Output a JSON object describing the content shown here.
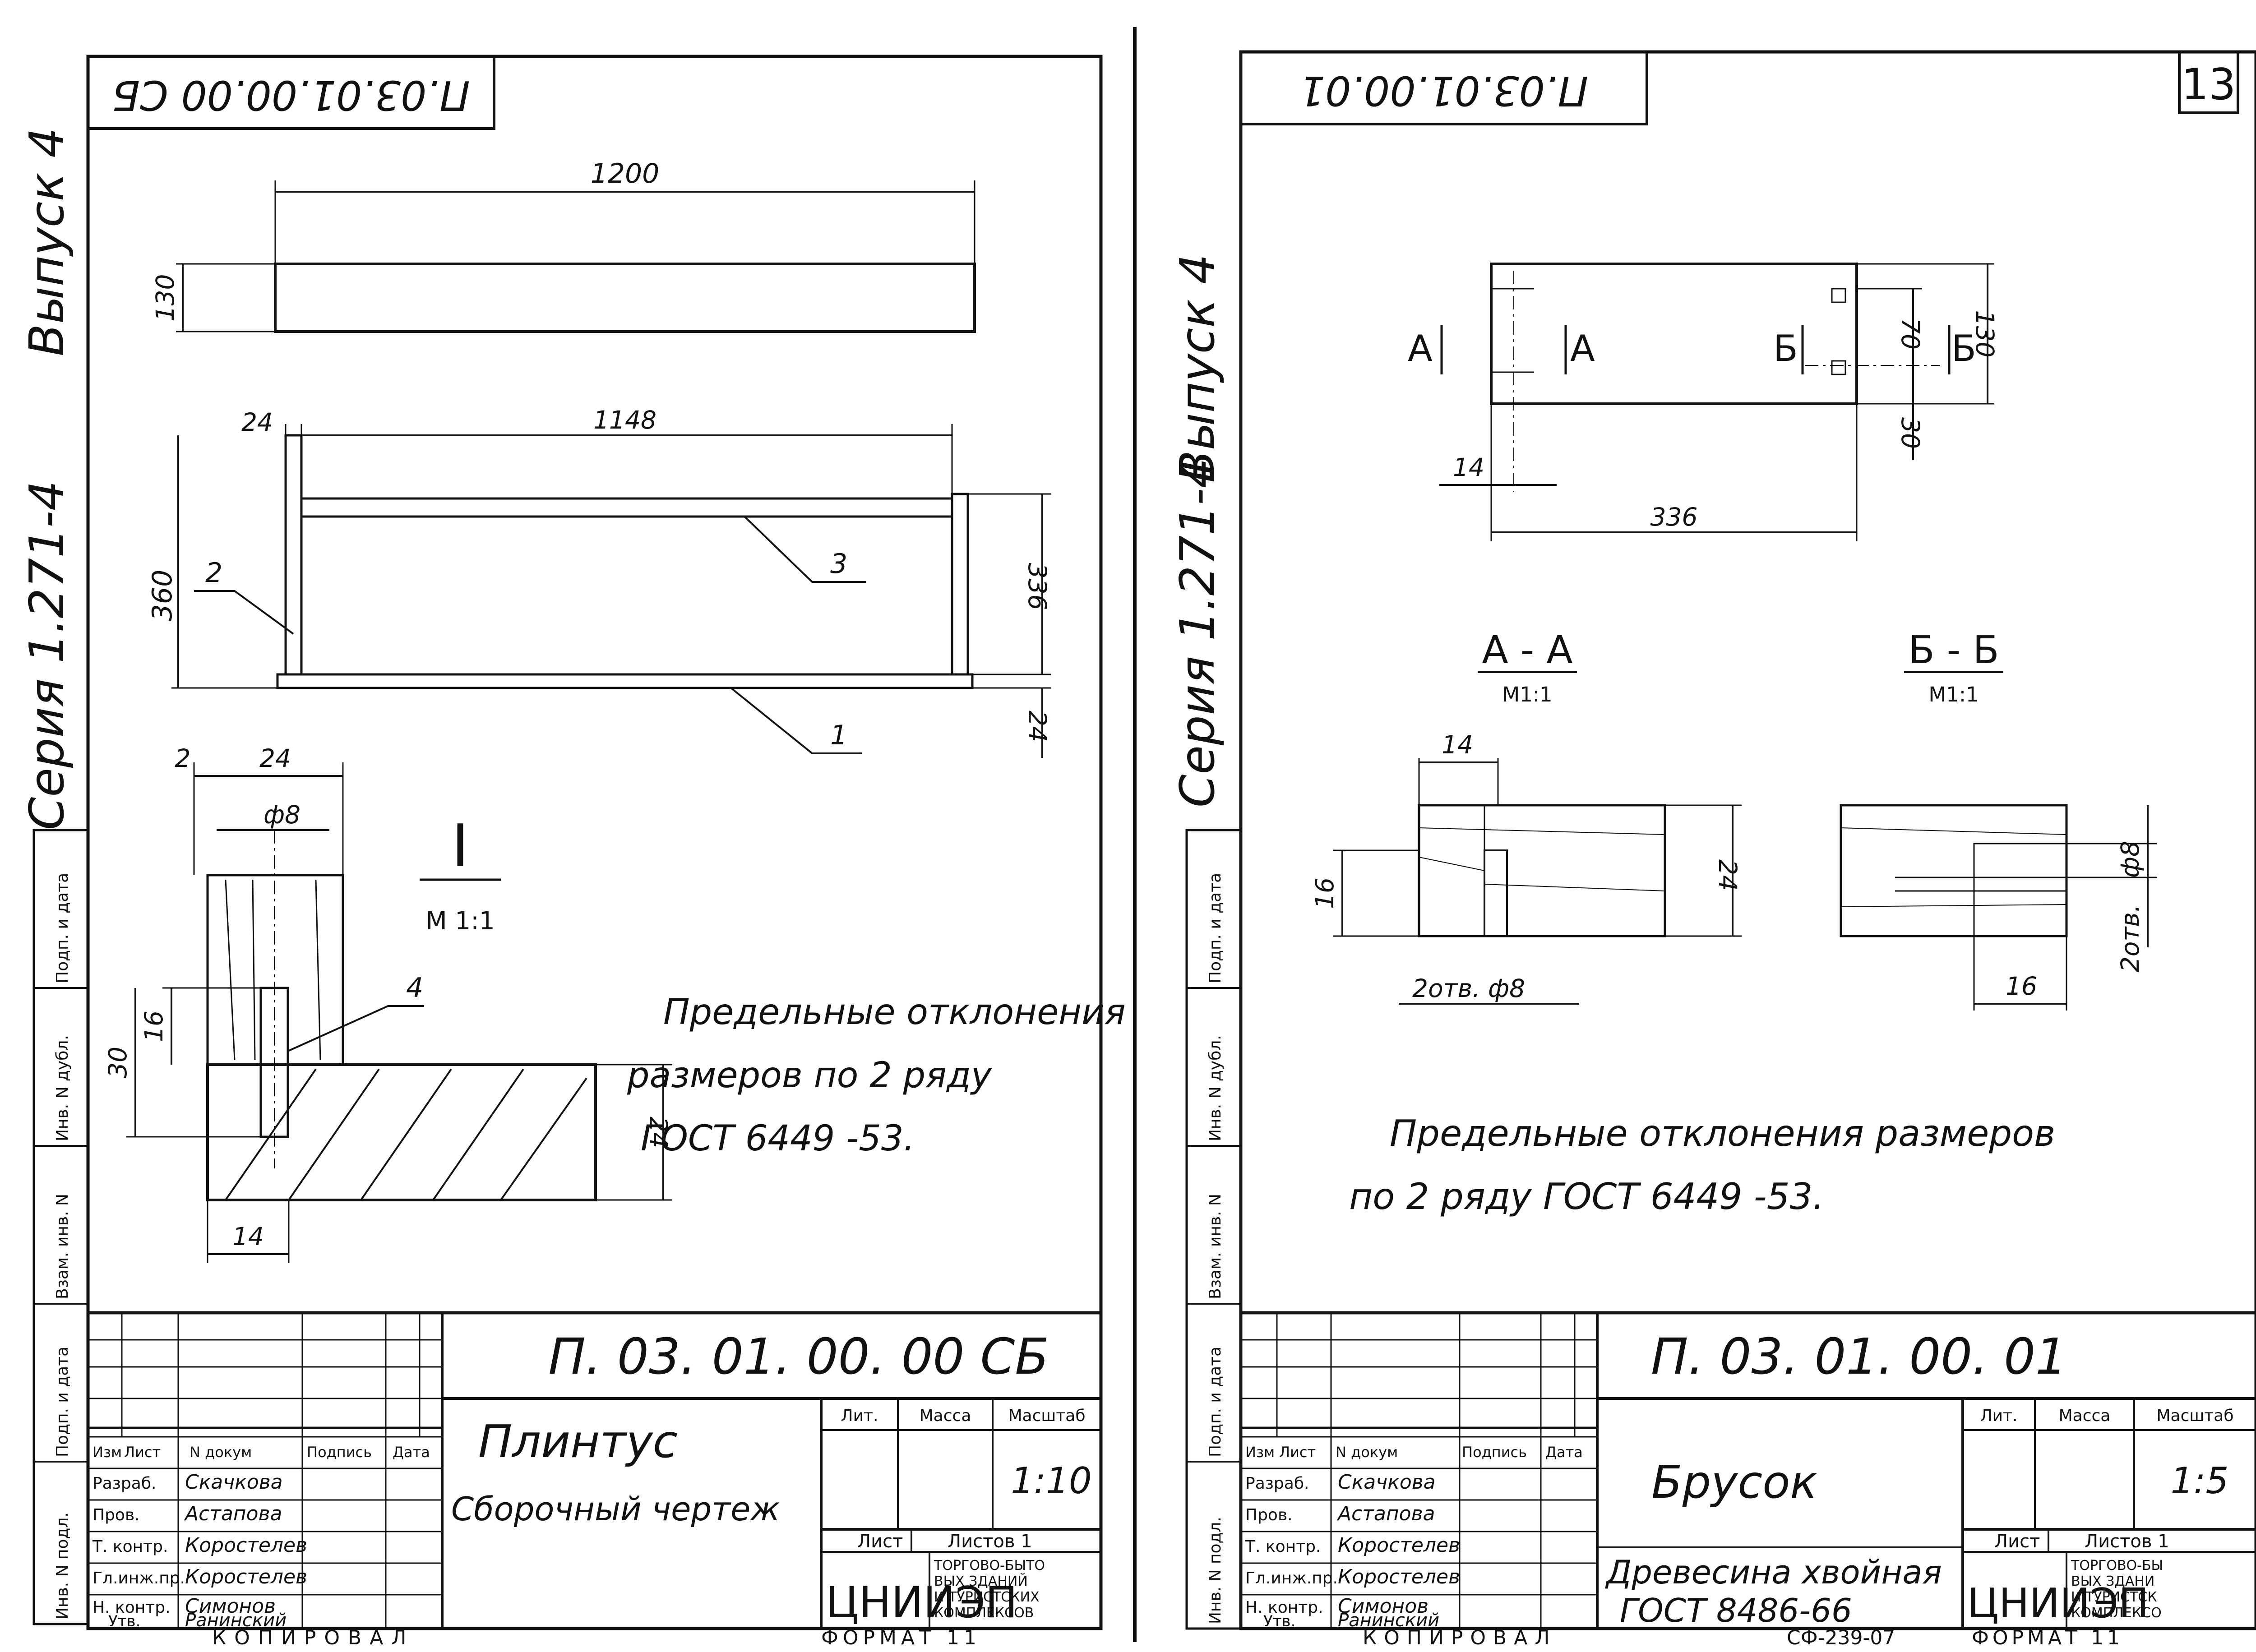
{
  "page_number": "13",
  "left_sheet": {
    "stamp_code": "П.03.01.00.00 СБ",
    "side_label_issue": "Выпуск 4",
    "side_label_series": "Серия 1.271-4",
    "dims": {
      "length_top": "1200",
      "height_top": "130",
      "offset_left": "24",
      "inner_length": "1148",
      "height_total": "360",
      "height_inner": "336",
      "bottom": "24"
    },
    "callouts": [
      "2",
      "3",
      "1",
      "4"
    ],
    "detail_label": "I",
    "detail_scale": "М 1:1",
    "detail_dims": {
      "d2": "2",
      "d24_top": "24",
      "diam": "ф8",
      "h16": "16",
      "h30": "30",
      "h24": "24",
      "w14": "14"
    },
    "note_lines": [
      "Предельные отклонения",
      "размеров по 2 ряду",
      "ГОСТ 6449 -53."
    ],
    "title_block": {
      "doc_code": "П. 03. 01. 00. 00 СБ",
      "name": "Плинтус",
      "subname": "Сборочный чертеж",
      "headers": [
        "Изм",
        "Лист",
        "N докум",
        "Подпись",
        "Дата"
      ],
      "rows": [
        {
          "role": "Разраб.",
          "name": "Скачкова"
        },
        {
          "role": "Пров.",
          "name": "Астапова"
        },
        {
          "role": "Т. контр.",
          "name": "Коростелев"
        },
        {
          "role": "Гл.инж.пр.",
          "name": "Коростелев"
        },
        {
          "role": "Н. контр.",
          "name": "Симонов"
        },
        {
          "role": "Утв.",
          "name": "Ранинский"
        }
      ],
      "lit": "Лит.",
      "mass": "Масса",
      "scale_hdr": "Масштаб",
      "scale": "1:10",
      "sheet": "Лист",
      "sheets": "Листов 1",
      "org": "ЦНИИЭП",
      "org_desc": [
        "ТОРГОВО-БЫТО",
        "ВЫХ ЗДАНИЙ",
        "И ТУРИСТСКИХ",
        "КОМПЛЕКСОВ"
      ]
    },
    "side_columns": [
      "Инв. N подл.",
      "Подп. и дата",
      "Взам. инв. N",
      "Инв. N дубл.",
      "Подп. и дата"
    ],
    "bottom_left": "КОПИРОВАЛ",
    "bottom_right": "ФОРМАТ 11"
  },
  "right_sheet": {
    "stamp_code": "П.03.01.00.01",
    "side_label_issue": "Выпуск 4",
    "side_label_series": "Серия 1.271-4",
    "dims": {
      "h70": "70",
      "h130": "130",
      "h30": "30",
      "w14": "14",
      "w336": "336"
    },
    "section_marks": [
      "А",
      "А",
      "Б",
      "Б"
    ],
    "section_aa": "А - А",
    "section_bb": "Б - Б",
    "section_scale": "М1:1",
    "aa_dims": {
      "w14": "14",
      "h16": "16",
      "h24": "24",
      "holes": "2отв. ф8"
    },
    "bb_dims": {
      "diam": "ф8",
      "holes": "2отв.",
      "w16": "16"
    },
    "note_lines": [
      "Предельные отклонения размеров",
      "по 2 ряду   ГОСТ 6449 -53."
    ],
    "title_block": {
      "doc_code": "П. 03. 01. 00. 01",
      "name": "Брусок",
      "material": "Древесина хвойная",
      "gost": "ГОСТ 8486-66",
      "headers": [
        "Изм",
        "Лист",
        "N докум",
        "Подпись",
        "Дата"
      ],
      "rows": [
        {
          "role": "Разраб.",
          "name": "Скачкова"
        },
        {
          "role": "Пров.",
          "name": "Астапова"
        },
        {
          "role": "Т. контр.",
          "name": "Коростелев"
        },
        {
          "role": "Гл.инж.пр.",
          "name": "Коростелев"
        },
        {
          "role": "Н. контр.",
          "name": "Симонов"
        },
        {
          "role": "Утв.",
          "name": "Ранинский"
        }
      ],
      "lit": "Лит.",
      "mass": "Масса",
      "scale_hdr": "Масштаб",
      "scale": "1:5",
      "sheet": "Лист",
      "sheets": "Листов 1",
      "org": "ЦНИИЭП",
      "org_desc": [
        "ТОРГОВО-БЫ",
        "ВЫХ ЗДАНИ",
        "И ТУРИСТСК",
        "КОМПЛЕКСО"
      ]
    },
    "side_columns": [
      "Инв. N подл.",
      "Подп. и дата",
      "Взам. инв. N",
      "Инв. N дубл.",
      "Подп. и дата"
    ],
    "bottom_left": "КОПИРОВАЛ",
    "bottom_mid": "СФ-239-07",
    "bottom_right": "ФОРМАТ 11"
  }
}
